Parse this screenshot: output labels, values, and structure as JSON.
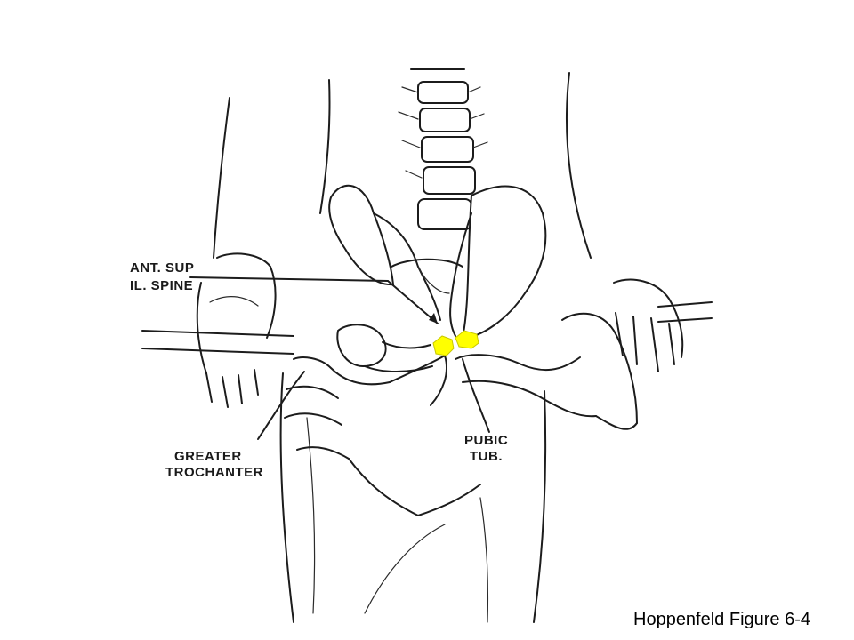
{
  "figure": {
    "labels": {
      "asis_line1": "ANT. SUP",
      "asis_line2": "IL. SPINE",
      "trochanter_line1": "GREATER",
      "trochanter_line2": "TROCHANTER",
      "pubic_line1": "PUBIC",
      "pubic_line2": "TUB."
    },
    "caption": "Hoppenfeld Figure 6-4",
    "highlight_color": "#ffff00"
  }
}
